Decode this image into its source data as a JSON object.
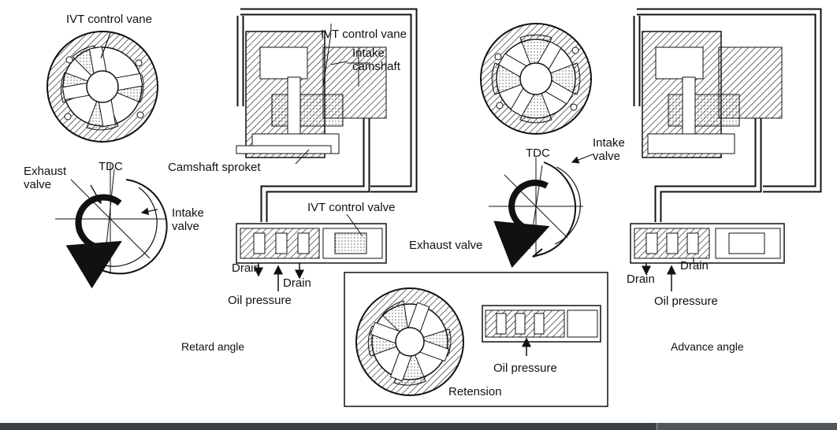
{
  "labels": {
    "ivt_control_vane_left": "IVT control vane",
    "exhaust_valve_left": "Exhaust\nvalve",
    "tdc_left": "TDC",
    "intake_valve_left": "Intake\nvalve",
    "camshaft_sproket": "Camshaft sproket",
    "ivt_control_vane_center": "IVT control vane",
    "intake_camshaft": "Intake\ncamshaft",
    "ivt_control_valve": "IVT control valve",
    "drain_a": "Drain",
    "drain_b": "Drain",
    "oil_pressure_retard": "Oil pressure",
    "tdc_right": "TDC",
    "intake_valve_right": "Intake\nvalve",
    "exhaust_valve_right": "Exhaust valve",
    "oil_pressure_retension": "Oil pressure",
    "retension": "Retension",
    "drain_c": "Drain",
    "drain_d": "Drain",
    "oil_pressure_advance": "Oil pressure"
  },
  "captions": {
    "retard_angle": "Retard angle",
    "advance_angle": "Advance angle"
  },
  "colors": {
    "ink": "#111111",
    "footer_bar": "#3d4246"
  }
}
